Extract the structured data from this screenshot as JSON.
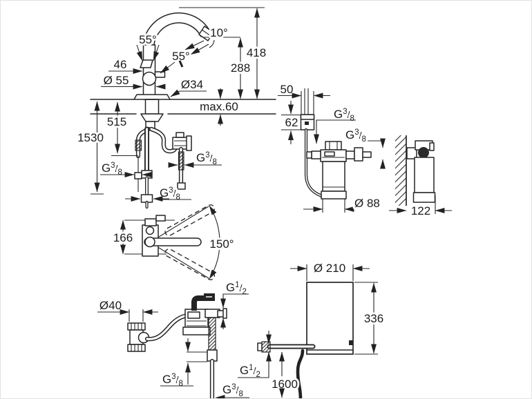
{
  "drawing": {
    "fractions": {
      "g38": {
        "prefix": "G",
        "num": "3",
        "slash": "/",
        "den": "8"
      },
      "g12": {
        "prefix": "G",
        "num": "1",
        "slash": "/",
        "den": "2"
      }
    },
    "faucet_side_view": {
      "lever_angle_a": "55°",
      "lever_angle_b": "55°",
      "stream_angle": "10°",
      "spout_height": "418",
      "outlet_height": "288",
      "handle_clearance": "46",
      "body_diameter": "Ø 55",
      "hole_diameter": "Ø34",
      "deck_thickness_max": "max.60",
      "pipe_length": "515",
      "hose_length": "1530"
    },
    "top_view": {
      "depth": "166",
      "swivel_angle": "150°"
    },
    "filter_front_view": {
      "box_width": "50",
      "box_height": "62",
      "filter_diameter": "Ø 88"
    },
    "filter_side_view": {
      "depth_from_wall": "122"
    },
    "under_sink_view": {
      "trap_diameter": "Ø40"
    },
    "boiler_view": {
      "boiler_diameter": "Ø 210",
      "boiler_height": "336",
      "cable_length": "1600"
    }
  }
}
